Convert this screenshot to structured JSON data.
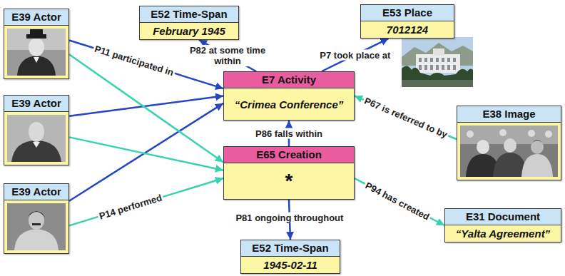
{
  "diagram": {
    "nodes": [
      {
        "text": [
          "E39 Actor"
        ]
      },
      {
        "text": [
          "E52 Time-Span",
          "February 1945"
        ]
      },
      {
        "text": [
          "E53 Place",
          "7012124"
        ]
      },
      {
        "text": [
          "E7 Activity",
          "“Crimea Conference”"
        ]
      },
      {
        "text": [
          "E39 Actor"
        ]
      },
      {
        "text": [
          "E38 Image"
        ]
      },
      {
        "text": [
          "E65 Creation",
          "*"
        ]
      },
      {
        "text": [
          "E39 Actor"
        ]
      },
      {
        "text": [
          "E31 Document",
          "“Yalta Agreement”"
        ]
      },
      {
        "text": [
          "E52 Time-Span",
          "1945-02-11"
        ]
      }
    ],
    "edges": [
      {
        "from": 0,
        "to": 3,
        "arrow": "to",
        "label": "P11 participated in"
      },
      {
        "from": 4,
        "to": 3,
        "arrow": "to"
      },
      {
        "from": 7,
        "to": 3,
        "arrow": "to"
      },
      {
        "from": 0,
        "to": 6,
        "arrow": "to"
      },
      {
        "from": 4,
        "to": 6,
        "arrow": "to"
      },
      {
        "from": 7,
        "to": 6,
        "arrow": "to",
        "label": "P14 performed"
      },
      {
        "from": 3,
        "to": 1,
        "arrow": "to",
        "label": "P82 at some time within"
      },
      {
        "from": 3,
        "to": 2,
        "arrow": "to",
        "label": "P7 took place at"
      },
      {
        "from": 5,
        "to": 3,
        "arrow": "to",
        "label": "P67 is referred to by"
      },
      {
        "from": 6,
        "to": 3,
        "arrow": "to",
        "label": "P86 falls within"
      },
      {
        "from": 6,
        "to": 9,
        "arrow": "to",
        "label": "P81 ongoing throughout"
      },
      {
        "from": 6,
        "to": 8,
        "arrow": "to",
        "label": "P94 has created"
      }
    ]
  }
}
